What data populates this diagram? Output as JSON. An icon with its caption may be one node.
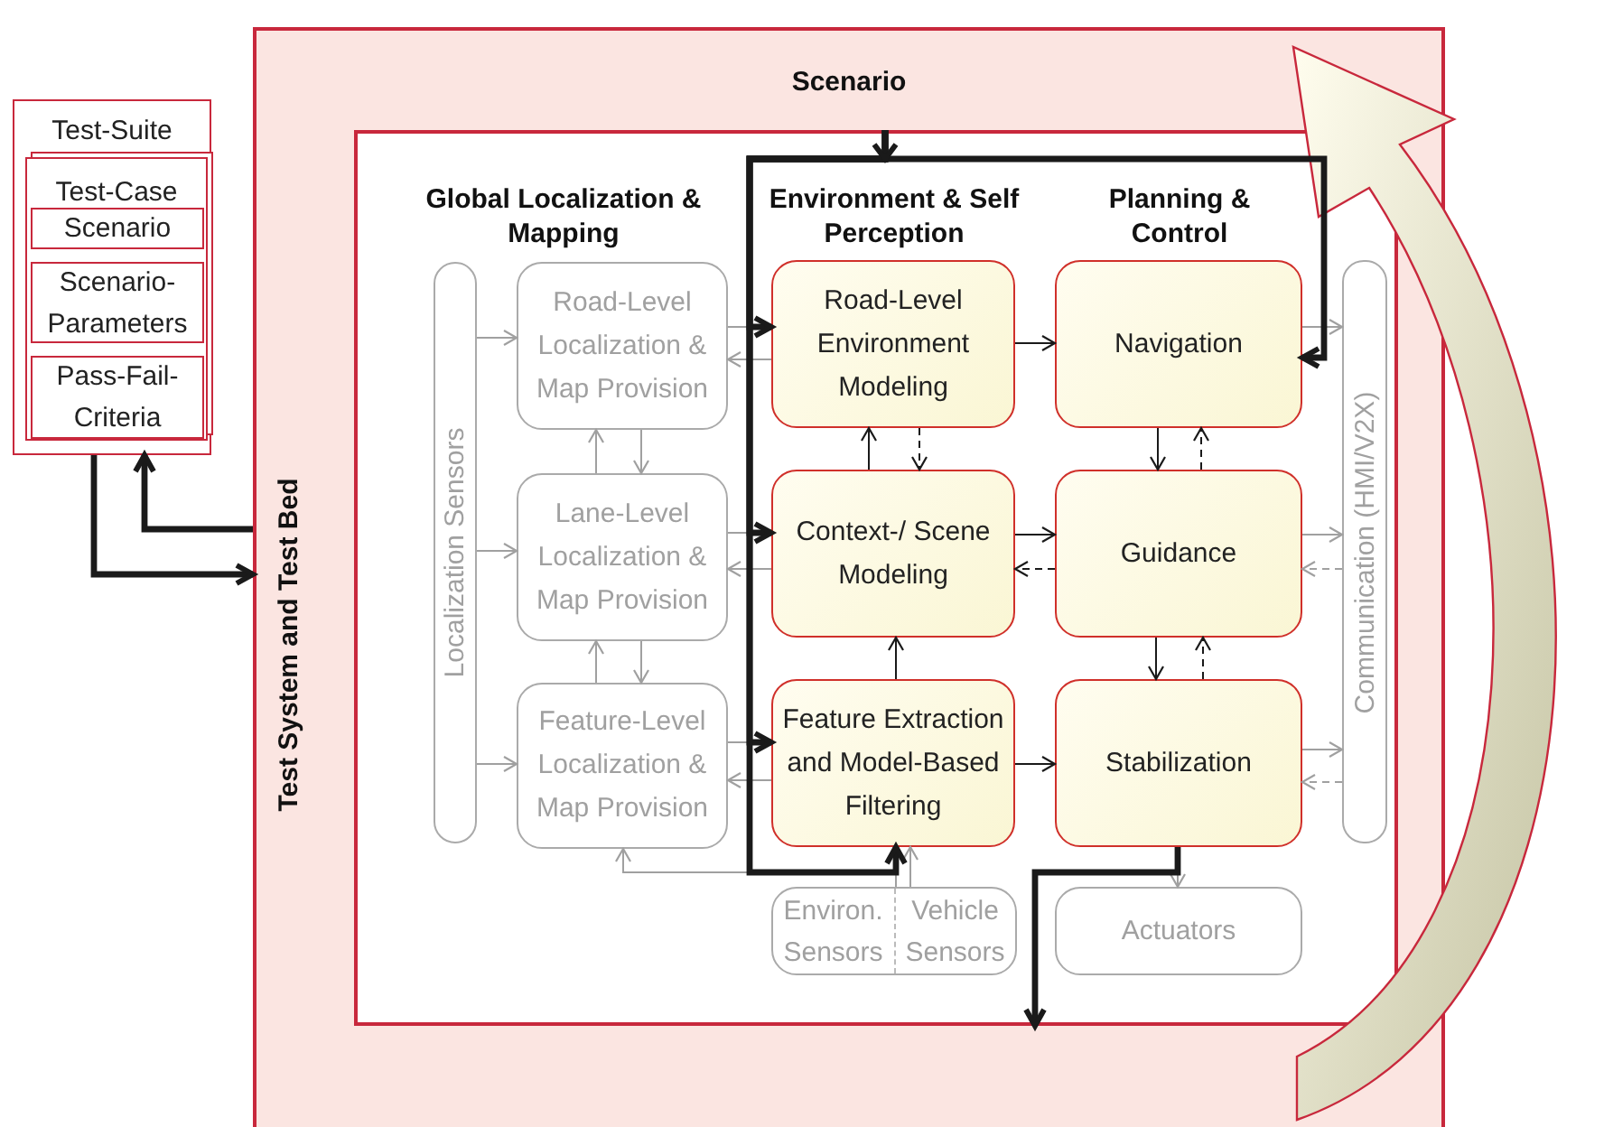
{
  "diagram": {
    "nodes": [
      {
        "text": [
          "Test-Suite"
        ]
      },
      {
        "text": [
          "Test-Case"
        ],
        "in": 0
      },
      {
        "text": [
          "Scenario"
        ],
        "in": 1
      },
      {
        "text": [
          "Scenario-Parameters"
        ],
        "in": 1
      },
      {
        "text": [
          "Pass-Fail-Criteria"
        ],
        "in": 1
      },
      {
        "text": [
          "Scenario",
          "Test System and Test Bed"
        ]
      },
      {
        "text": [],
        "shape": "box",
        "in": 5
      },
      {
        "text": [
          "Localization Sensors"
        ],
        "in": 6
      },
      {
        "text": [
          "Road-Level Localization & Map Provision"
        ],
        "in": 6
      },
      {
        "text": [
          "Lane-Level Localization & Map Provision"
        ],
        "in": 6
      },
      {
        "text": [
          "Feature-Level Localization & Map Provision"
        ],
        "in": 6
      },
      {
        "text": [
          "Road-Level Environment Modeling"
        ],
        "in": 6
      },
      {
        "text": [
          "Navigation"
        ],
        "in": 6
      },
      {
        "text": [
          "Context-/ Scene Modeling"
        ],
        "in": 6
      },
      {
        "text": [
          "Guidance"
        ],
        "in": 6
      },
      {
        "text": [
          "Feature Extraction and Model-Based Filtering"
        ],
        "in": 6
      },
      {
        "text": [
          "Stabilization"
        ],
        "in": 6
      },
      {
        "text": [
          "Communication (HMI/V2X)"
        ],
        "in": 6
      },
      {
        "text": [
          "Environ. Sensors",
          "Vehicle Sensors"
        ],
        "in": 6
      },
      {
        "text": [
          "Actuators"
        ],
        "in": 6
      }
    ],
    "edges": [
      {
        "from": 0,
        "to": 5,
        "arrow": "to",
        "style": "thick",
        "color": "#1a1a1a"
      },
      {
        "from": 5,
        "to": 0,
        "arrow": "to",
        "style": "thick",
        "color": "#1a1a1a"
      },
      {
        "from": 6,
        "to": 11,
        "arrow": "to",
        "style": "thick",
        "color": "#1a1a1a"
      },
      {
        "from": 6,
        "to": 13,
        "arrow": "to",
        "style": "thick",
        "color": "#1a1a1a"
      },
      {
        "from": 6,
        "to": 15,
        "arrow": "to",
        "style": "thick",
        "color": "#1a1a1a"
      },
      {
        "from": 6,
        "to": 15,
        "arrow": "to",
        "style": "thick",
        "color": "#1a1a1a"
      },
      {
        "from": 6,
        "to": 12,
        "arrow": "to",
        "style": "thick",
        "color": "#1a1a1a"
      },
      {
        "from": 16,
        "to": 6,
        "arrow": "to",
        "style": "thick",
        "color": "#1a1a1a"
      },
      {
        "from": 7,
        "to": 8,
        "arrow": "to"
      },
      {
        "from": 7,
        "to": 9,
        "arrow": "to"
      },
      {
        "from": 7,
        "to": 10,
        "arrow": "to"
      },
      {
        "from": 8,
        "to": 9,
        "arrow": "to"
      },
      {
        "from": 9,
        "to": 8,
        "arrow": "to"
      },
      {
        "from": 9,
        "to": 10,
        "arrow": "to"
      },
      {
        "from": 10,
        "to": 9,
        "arrow": "to"
      },
      {
        "from": 8,
        "to": 11,
        "arrow": "to"
      },
      {
        "from": 11,
        "to": 8,
        "arrow": "to"
      },
      {
        "from": 9,
        "to": 13,
        "arrow": "to"
      },
      {
        "from": 13,
        "to": 9,
        "arrow": "to"
      },
      {
        "from": 10,
        "to": 15,
        "arrow": "to"
      },
      {
        "from": 15,
        "to": 10,
        "arrow": "to"
      },
      {
        "from": 18,
        "to": 15,
        "arrow": "to"
      },
      {
        "from": 18,
        "to": 10,
        "arrow": "to"
      },
      {
        "from": 11,
        "to": 12,
        "arrow": "to",
        "color": "#1a1a1a"
      },
      {
        "from": 13,
        "to": 11,
        "arrow": "to",
        "color": "#1a1a1a"
      },
      {
        "from": 11,
        "to": 13,
        "arrow": "to",
        "style": "dashed",
        "color": "#1a1a1a"
      },
      {
        "from": 15,
        "to": 13,
        "arrow": "to",
        "color": "#1a1a1a"
      },
      {
        "from": 13,
        "to": 14,
        "arrow": "to",
        "color": "#1a1a1a"
      },
      {
        "from": 14,
        "to": 13,
        "arrow": "to",
        "style": "dashed",
        "color": "#1a1a1a"
      },
      {
        "from": 12,
        "to": 14,
        "arrow": "to",
        "color": "#1a1a1a"
      },
      {
        "from": 14,
        "to": 12,
        "arrow": "to",
        "style": "dashed",
        "color": "#1a1a1a"
      },
      {
        "from": 14,
        "to": 16,
        "arrow": "to",
        "color": "#1a1a1a"
      },
      {
        "from": 16,
        "to": 14,
        "arrow": "to",
        "style": "dashed",
        "color": "#1a1a1a"
      },
      {
        "from": 15,
        "to": 16,
        "arrow": "to",
        "color": "#1a1a1a"
      },
      {
        "from": 12,
        "to": 17,
        "arrow": "to"
      },
      {
        "from": 14,
        "to": 17,
        "arrow": "to"
      },
      {
        "from": 17,
        "to": 14,
        "arrow": "to",
        "style": "dashed"
      },
      {
        "from": 16,
        "to": 17,
        "arrow": "to"
      },
      {
        "from": 17,
        "to": 16,
        "arrow": "to",
        "style": "dashed"
      },
      {
        "from": 16,
        "to": 19,
        "arrow": "to"
      }
    ],
    "labels": [
      "Global Localization & Mapping",
      "Environment & Self Perception",
      "Planning & Control"
    ]
  }
}
